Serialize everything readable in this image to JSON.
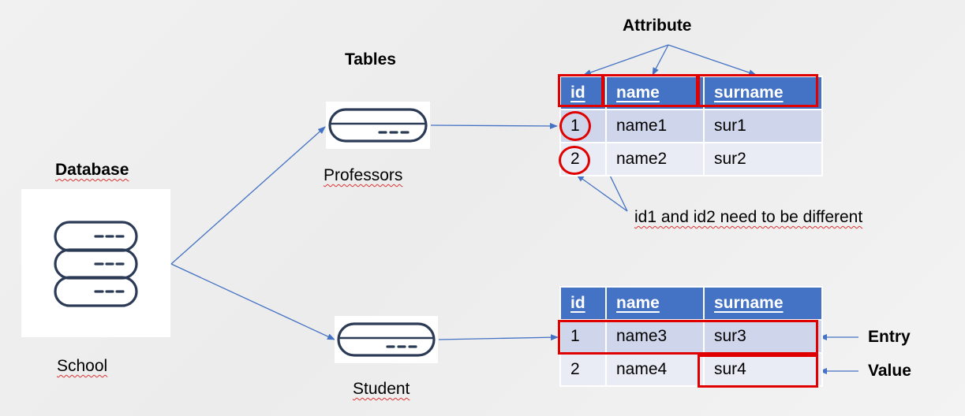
{
  "labels": {
    "database": "Database",
    "school": "School",
    "tables": "Tables",
    "professors": "Professors",
    "student": "Student",
    "attribute": "Attribute",
    "note": "id1 and id2 need to be different",
    "entry": "Entry",
    "value": "Value"
  },
  "professors_table": {
    "headers": [
      "id",
      "name",
      "surname"
    ],
    "rows": [
      [
        "1",
        "name1",
        "sur1"
      ],
      [
        "2",
        "name2",
        "sur2"
      ]
    ]
  },
  "student_table": {
    "headers": [
      "id",
      "name",
      "surname"
    ],
    "rows": [
      [
        "1",
        "name3",
        "sur3"
      ],
      [
        "2",
        "name4",
        "sur4"
      ]
    ]
  },
  "colors": {
    "header": "#4472c4",
    "row_odd": "#cfd5ea",
    "row_even": "#e9ebf5",
    "highlight": "#e00000",
    "arrow": "#4472c4",
    "icon": "#2b3a55"
  },
  "icons": [
    "database-stack-icon",
    "disk-icon"
  ]
}
